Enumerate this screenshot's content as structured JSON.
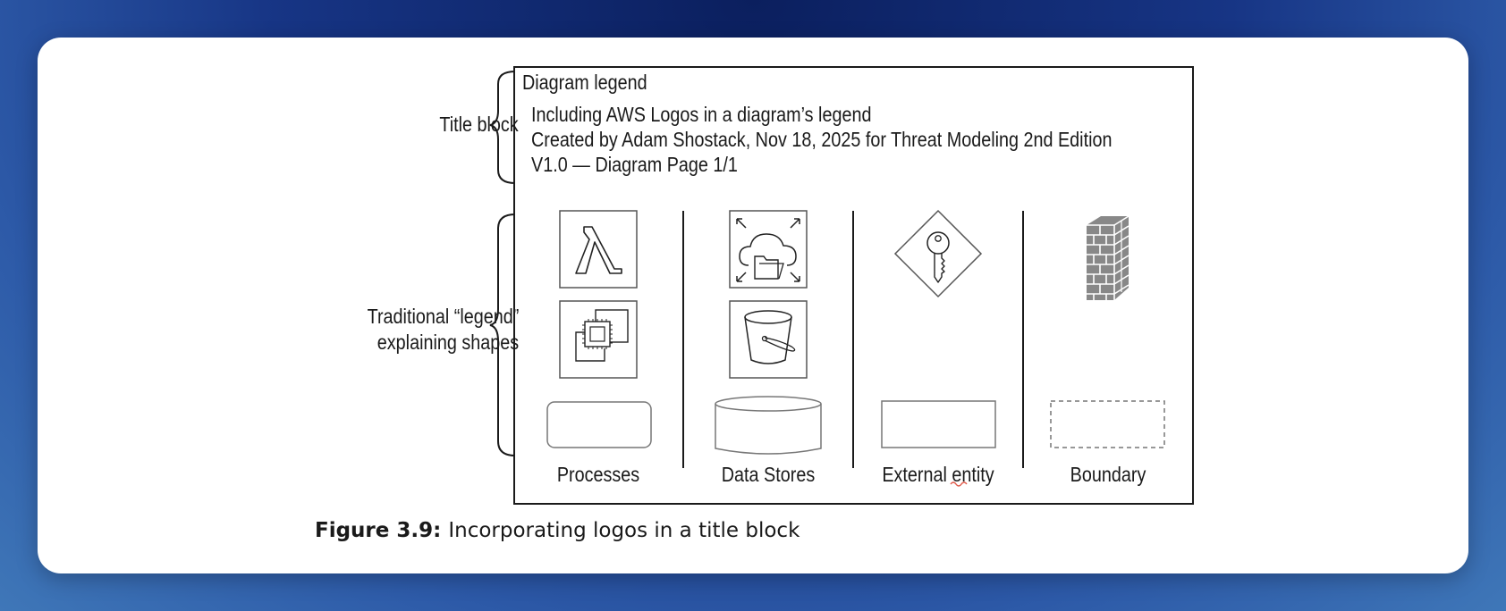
{
  "side_labels": {
    "title_block": "Title block",
    "legend_line1": "Traditional “legend”",
    "legend_line2": "explaining shapes"
  },
  "title_block": {
    "heading": "Diagram legend",
    "line1": "Including AWS Logos in a diagram’s legend",
    "line2": "Created by Adam Shostack, Nov 18, 2025 for Threat Modeling 2nd Edition",
    "line3": "V1.0 — Diagram Page 1/1"
  },
  "columns": [
    {
      "label": "Processes",
      "icons": [
        "lambda-icon",
        "ec2-chip-icon"
      ],
      "shape": "rounded-rectangle"
    },
    {
      "label": "Data Stores",
      "icons": [
        "cloud-folder-icon",
        "s3-bucket-icon"
      ],
      "shape": "cylinder"
    },
    {
      "label": "External entity",
      "icons": [
        "key-diamond-icon"
      ],
      "shape": "rectangle"
    },
    {
      "label": "Boundary",
      "icons": [
        "firewall-icon"
      ],
      "shape": "dashed-rectangle"
    }
  ],
  "caption": {
    "number": "Figure 3.9:",
    "text": "Incorporating logos in a title block"
  }
}
